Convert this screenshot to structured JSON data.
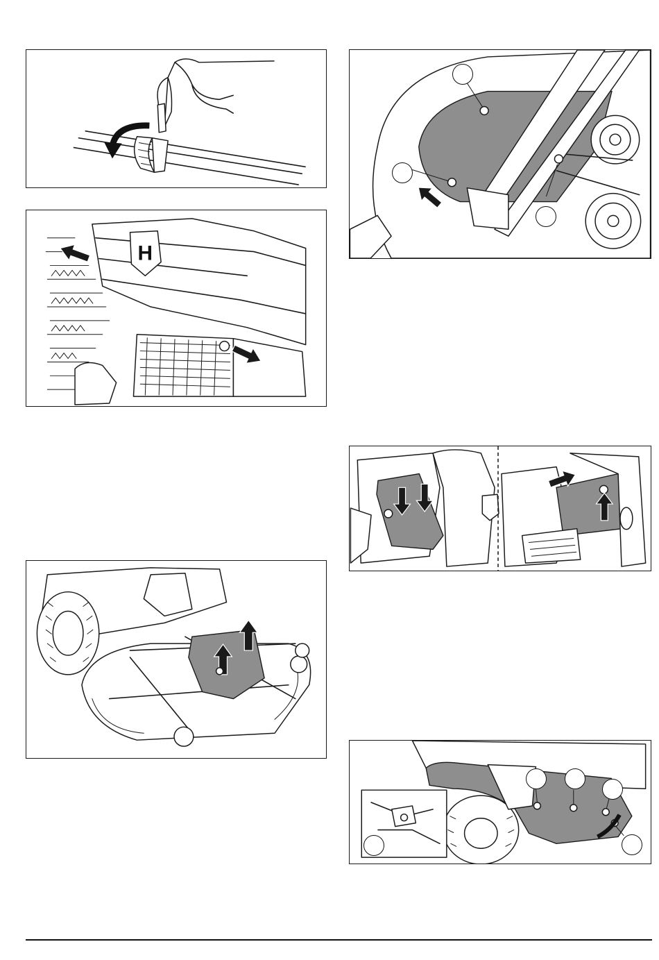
{
  "figures": [
    {
      "id": "fig-hand-clamp",
      "callouts": []
    },
    {
      "id": "fig-hood-release",
      "callouts": []
    },
    {
      "id": "fig-belt-cover",
      "callouts": [
        "",
        "",
        ""
      ]
    },
    {
      "id": "fig-footplate-release",
      "callouts": []
    },
    {
      "id": "fig-deck-cover-lift",
      "callouts": []
    },
    {
      "id": "fig-footrest-screws",
      "callouts": [
        "",
        "",
        "",
        ""
      ]
    }
  ],
  "logo": {
    "letter": "H"
  }
}
